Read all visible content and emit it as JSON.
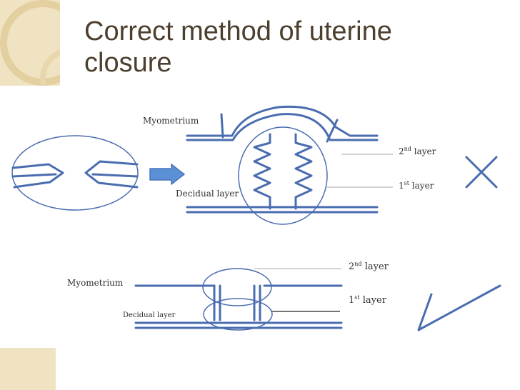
{
  "slide": {
    "title_line1": "Correct method of uterine",
    "title_line2": "closure"
  },
  "top_diagram": {
    "myometrium_label": "Myometrium",
    "decidual_label": "Decidual layer",
    "layer2_num": "2",
    "layer2_sup": "nd",
    "layer2_text": "layer",
    "layer1_num": "1",
    "layer1_sup": "st",
    "layer1_text": "layer",
    "verdict_icon": "cross-mark"
  },
  "bottom_diagram": {
    "myometrium_label": "Myometrium",
    "decidual_label": "Decidual layer",
    "layer2_num": "2",
    "layer2_sup": "nd",
    "layer2_text": "layer",
    "layer1_num": "1",
    "layer1_sup": "st",
    "layer1_text": "layer",
    "verdict_icon": "check-mark"
  },
  "colors": {
    "line_blue": "#4a6db0",
    "background_tan": "#f0e3c2",
    "title_brown": "#4c3f2e"
  }
}
